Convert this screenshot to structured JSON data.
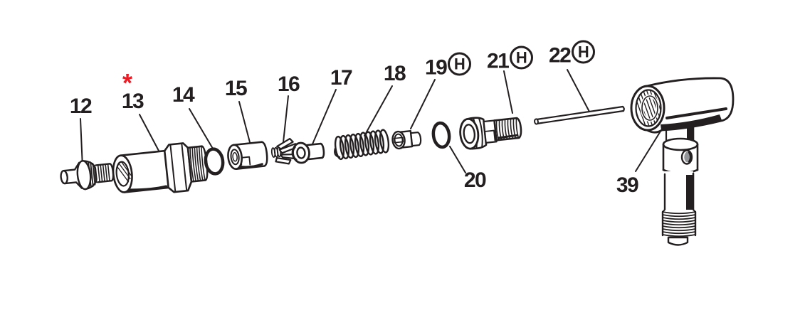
{
  "diagram": {
    "name": "valve-exploded-parts-diagram",
    "background_color": "#ffffff",
    "line_color": "#231f20",
    "star_color": "#ed1c24",
    "star": "*",
    "callouts": [
      {
        "label": "12",
        "badge": "",
        "starred": false,
        "part": "nozzle-fitting"
      },
      {
        "label": "13",
        "badge": "",
        "starred": true,
        "part": "valve-body"
      },
      {
        "label": "14",
        "badge": "",
        "starred": false,
        "part": "o-ring"
      },
      {
        "label": "15",
        "badge": "",
        "starred": false,
        "part": "cage-sleeve"
      },
      {
        "label": "16",
        "badge": "",
        "starred": false,
        "part": "retainer-clip"
      },
      {
        "label": "17",
        "badge": "",
        "starred": false,
        "part": "poppet"
      },
      {
        "label": "18",
        "badge": "",
        "starred": false,
        "part": "spring"
      },
      {
        "label": "19",
        "badge": "H",
        "starred": false,
        "part": "seat-insert"
      },
      {
        "label": "20",
        "badge": "",
        "starred": false,
        "part": "o-ring"
      },
      {
        "label": "21",
        "badge": "H",
        "starred": false,
        "part": "threaded-stem-fitting"
      },
      {
        "label": "22",
        "badge": "H",
        "starred": false,
        "part": "rod"
      },
      {
        "label": "39",
        "badge": "",
        "starred": false,
        "part": "tee-body"
      }
    ]
  }
}
